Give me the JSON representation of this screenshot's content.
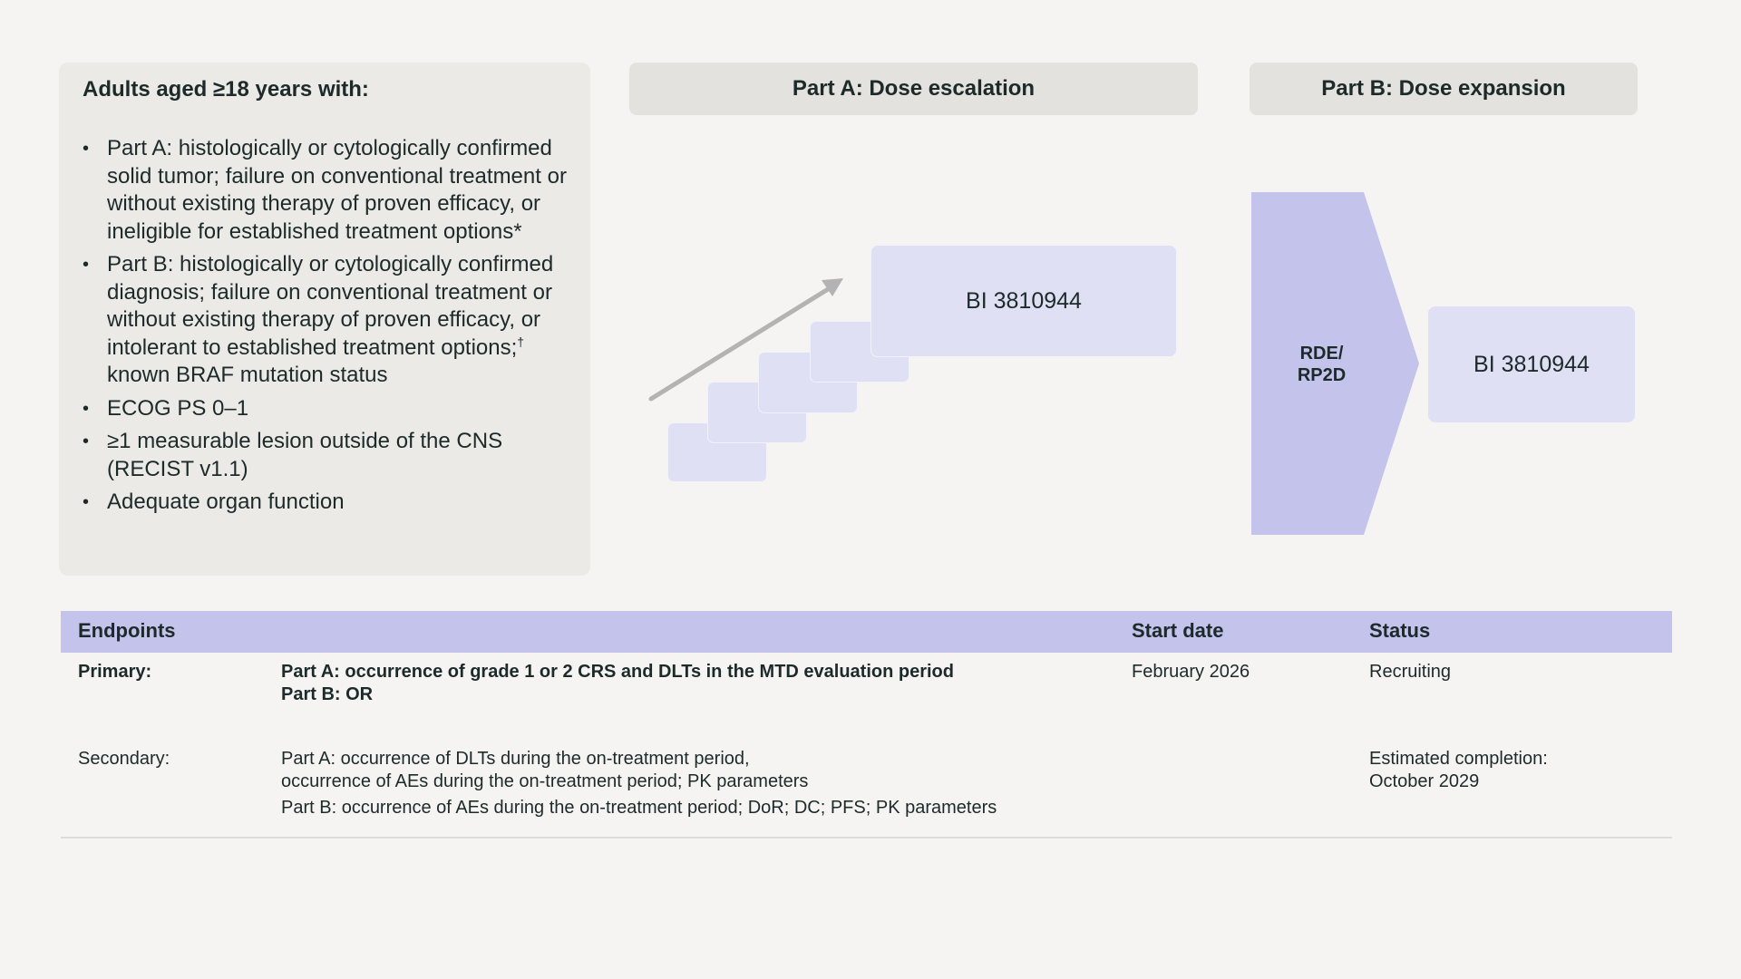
{
  "eligibility": {
    "title": "Adults aged ≥18 years with:",
    "items": [
      "Part A: histologically or cytologically confirmed solid tumor; failure on conventional treatment or without existing therapy of proven efficacy, or ineligible for established treatment options*",
      "Part B: histologically or cytologically confirmed diagnosis; failure on conventional treatment or without existing therapy of proven efficacy, or intolerant to established treatment options;",
      "† ",
      "known BRAF mutation status",
      "ECOG PS 0–1",
      "≥1 measurable lesion outside of the CNS (RECIST v1.1)",
      "Adequate organ function"
    ]
  },
  "part_a": {
    "header": "Part A: Dose escalation",
    "drug": "BI 3810944"
  },
  "part_b": {
    "header": "Part B:  Dose expansion",
    "rde_label_line1": "RDE/",
    "rde_label_line2": "RP2D",
    "drug": "BI 3810944"
  },
  "colors": {
    "header_fill": "#e3e2de",
    "step_fill": "#e0e0f4",
    "rde_fill": "#c4c3ec",
    "table_header_fill": "#c4c3ec",
    "arrow": "#b3b3b3"
  },
  "table": {
    "headers": {
      "endpoints": "Endpoints",
      "start_date": "Start date",
      "status": "Status"
    },
    "primary": {
      "label": "Primary:",
      "line1": "Part A: occurrence of grade 1 or 2 CRS and DLTs in the MTD evaluation period",
      "line2": "Part B: OR",
      "start_date": "February 2026",
      "status": "Recruiting"
    },
    "secondary": {
      "label": "Secondary:",
      "line1": "Part A: occurrence of DLTs during the on-treatment period,",
      "line2": "occurrence of AEs during the on-treatment period; PK parameters",
      "line3": "Part B: occurrence of AEs during the on-treatment period; DoR; DC; PFS; PK parameters",
      "status_line1": "Estimated completion:",
      "status_line2": "October 2029"
    }
  }
}
